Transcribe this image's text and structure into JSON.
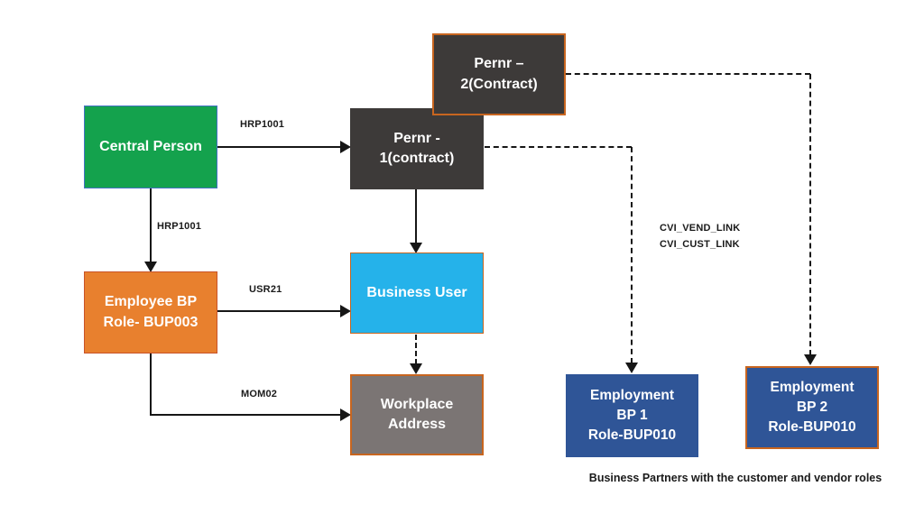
{
  "nodes": {
    "central_person": {
      "lines": [
        "Central Person"
      ],
      "fill": "#14a24d",
      "border": "#4472c4"
    },
    "pernr_2": {
      "lines": [
        "Pernr –",
        "2(Contract)"
      ],
      "fill": "#3d3a39",
      "border": "#c8651f"
    },
    "pernr_1": {
      "lines": [
        "Pernr -",
        "1(contract)"
      ],
      "fill": "#3d3a39"
    },
    "employee_bp": {
      "lines": [
        "Employee BP",
        "Role- BUP003"
      ],
      "fill": "#e8802e",
      "border": "#c85328"
    },
    "business_user": {
      "lines": [
        "Business User"
      ],
      "fill": "#25b2ea",
      "border": "#c8651f"
    },
    "workplace_address": {
      "lines": [
        "Workplace",
        "Address"
      ],
      "fill": "#7b7574",
      "border": "#c8651f"
    },
    "employment_bp_1": {
      "lines": [
        "Employment",
        "BP 1",
        "Role-BUP010"
      ],
      "fill": "#2f5597"
    },
    "employment_bp_2": {
      "lines": [
        "Employment",
        "BP 2",
        "Role-BUP010"
      ],
      "fill": "#2f5597",
      "border": "#c8651f"
    }
  },
  "edges": {
    "central_to_pernr1_label": "HRP1001",
    "central_to_employee_label": "HRP1001",
    "employee_to_business_user_label": "USR21",
    "employee_to_workplace_label": "MOM02",
    "cvi_labels": [
      "CVI_VEND_LINK",
      "CVI_CUST_LINK"
    ],
    "line_color": "#161616"
  },
  "caption": "Business Partners with the customer and vendor roles"
}
